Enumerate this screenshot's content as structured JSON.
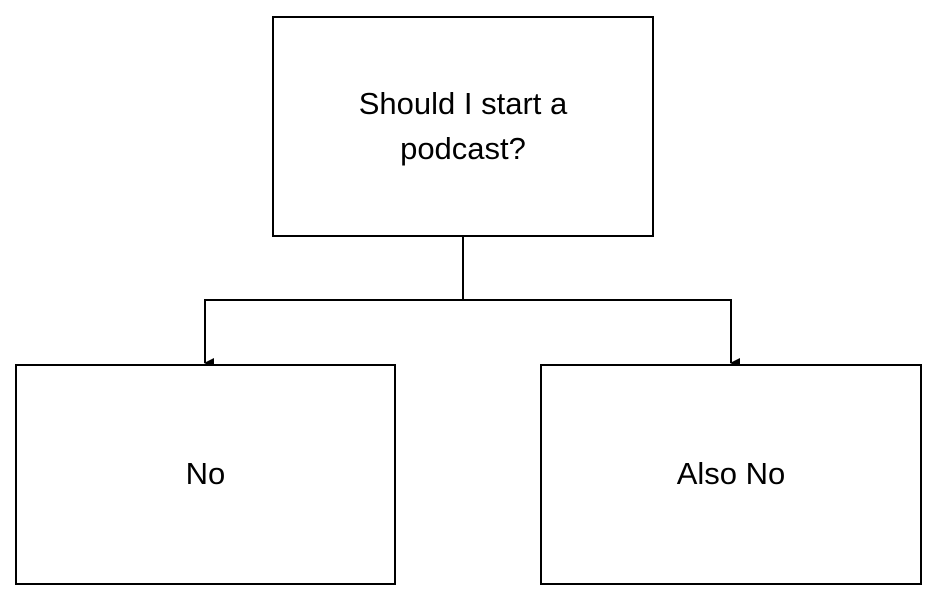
{
  "diagram": {
    "root": {
      "label": "Should I start a podcast?"
    },
    "children": [
      {
        "label": "No"
      },
      {
        "label": "Also No"
      }
    ],
    "colors": {
      "stroke": "#000000",
      "fill": "#ffffff",
      "text": "#000000"
    }
  }
}
